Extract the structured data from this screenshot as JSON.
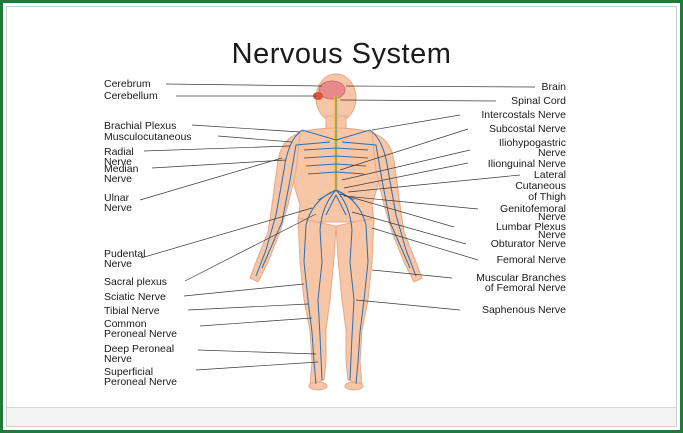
{
  "title": "Nervous System",
  "colors": {
    "frame": "#1f7a3a",
    "skin": "#f6c6a6",
    "skin_outline": "#e6a98a",
    "nerve": "#2e6fb0",
    "cord": "#f4c542",
    "brain": "#e88a8a"
  },
  "labels_left": {
    "cerebrum": "Cerebrum",
    "cerebellum": "Cerebellum",
    "brachial_plexus": "Brachial Plexus",
    "musculocutaneous": "Musculocutaneous",
    "radial_1": "Radial",
    "radial_2": "Nerve",
    "median_1": "Median",
    "median_2": "Nerve",
    "ulnar_1": "Ulnar",
    "ulnar_2": "Nerve",
    "pudental_1": "Pudental",
    "pudental_2": "Nerve",
    "sacral_plexus": "Sacral plexus",
    "sciatic": "Sciatic Nerve",
    "tibial": "Tibial Nerve",
    "common_peroneal_1": "Common",
    "common_peroneal_2": "Peroneal Nerve",
    "deep_peroneal_1": "Deep Peroneal",
    "deep_peroneal_2": "Nerve",
    "superficial_peroneal_1": "Superficial",
    "superficial_peroneal_2": "Peroneal Nerve"
  },
  "labels_right": {
    "brain": "Brain",
    "spinal_cord": "Spinal Cord",
    "intercostals": "Intercostals Nerve",
    "subcostal": "Subcostal Nerve",
    "iliohypogastric_1": "Iliohypogastric",
    "iliohypogastric_2": "Nerve",
    "ilioinguinal": "Ilionguinal Nerve",
    "lateral_cutaneous_1": "Lateral",
    "lateral_cutaneous_2": "Cutaneous",
    "lateral_cutaneous_3": "of Thigh",
    "genitofemoral_1": "Genitofemoral",
    "genitofemoral_2": "Nerve",
    "lumbar_plexus_1": "Lumbar Plexus",
    "lumbar_plexus_2": "Nerve",
    "obturator": "Obturator Nerve",
    "femoral": "Femoral Nerve",
    "muscular_branches_1": "Muscular Branches",
    "muscular_branches_2": "of Femoral Nerve",
    "saphenous": "Saphenous Nerve"
  }
}
